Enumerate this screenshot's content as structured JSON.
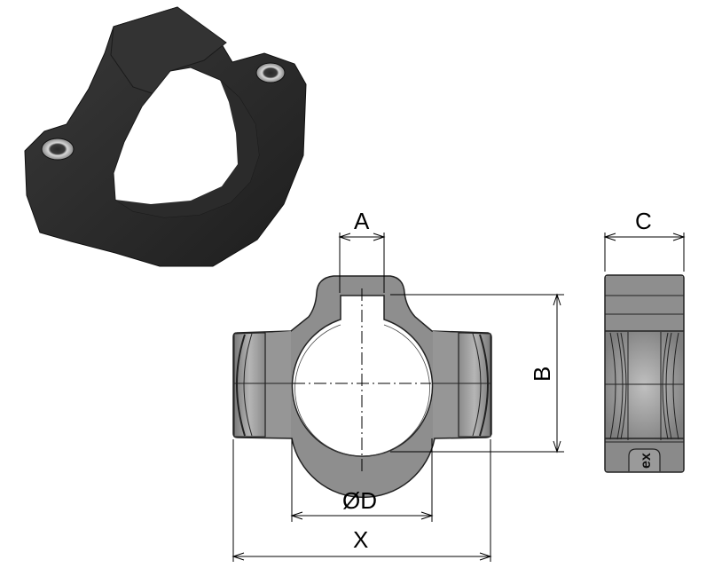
{
  "photo": {
    "subject": "black plastic pipe clamp with two hex socket screws",
    "icon": "clamp-photo"
  },
  "front_view": {
    "dimensions": {
      "A": "A",
      "B": "B",
      "D": "ØD",
      "X": "X"
    }
  },
  "side_view": {
    "dimensions": {
      "C": "C"
    },
    "logo_text": "ex"
  },
  "colors": {
    "part_fill": "#8c8c8c",
    "part_fill_light": "#b8b8b8",
    "outline": "#222222",
    "dimension_line": "#000000",
    "photo_body": "#2a2a2a"
  }
}
